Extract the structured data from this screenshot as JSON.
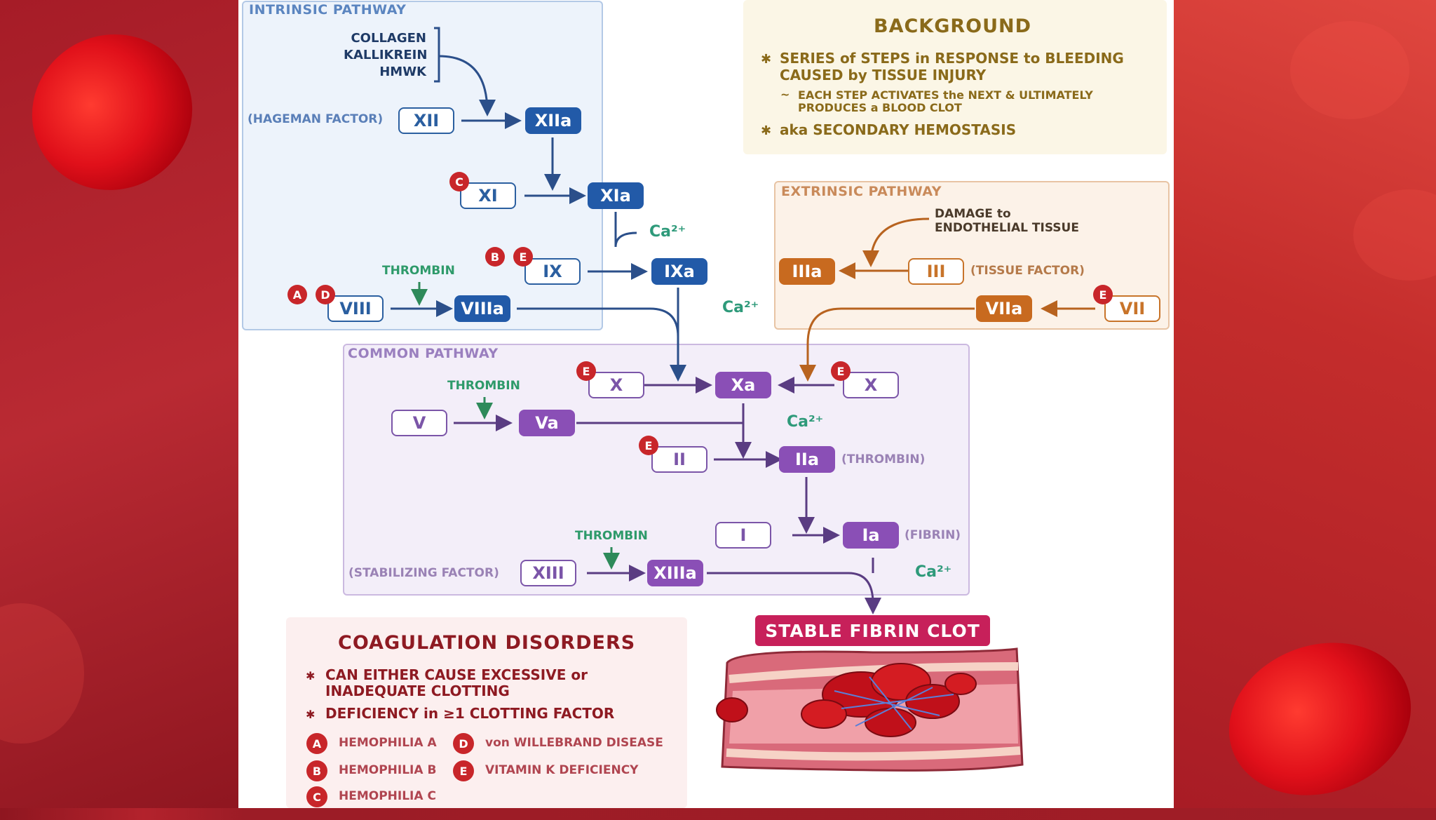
{
  "intrinsic": {
    "title": "INTRINSIC PATHWAY",
    "triggers": [
      "COLLAGEN",
      "KALLIKREIN",
      "HMWK"
    ],
    "hageman_label": "(HAGEMAN FACTOR)",
    "XII": "XII",
    "XIIa": "XIIa",
    "XI": "XI",
    "XIa": "XIa",
    "IX": "IX",
    "IXa": "IXa",
    "VIII": "VIII",
    "VIIIa": "VIIIa",
    "thrombin": "THROMBIN",
    "ca1": "Ca²⁺",
    "ca2": "Ca²⁺"
  },
  "extrinsic": {
    "title": "EXTRINSIC PATHWAY",
    "damage_line1": "DAMAGE to",
    "damage_line2": "ENDOTHELIAL TISSUE",
    "IIIa": "IIIa",
    "III": "III",
    "tissue_label": "(TISSUE FACTOR)",
    "VIIa": "VIIa",
    "VII": "VII"
  },
  "common": {
    "title": "COMMON PATHWAY",
    "X_left": "X",
    "Xa": "Xa",
    "X_right": "X",
    "thrombin1": "THROMBIN",
    "V": "V",
    "Va": "Va",
    "ca": "Ca²⁺",
    "II": "II",
    "IIa": "IIa",
    "thrombin_label": "(THROMBIN)",
    "I": "I",
    "Ia": "Ia",
    "fibrin_label": "(FIBRIN)",
    "thrombin2": "THROMBIN",
    "stab_label": "(STABILIZING FACTOR)",
    "XIII": "XIII",
    "XIIIa": "XIIIa",
    "ca2": "Ca²⁺"
  },
  "background": {
    "title": "BACKGROUND",
    "b1_line1": "SERIES of STEPS in RESPONSE to BLEEDING",
    "b1_line2": "CAUSED by TISSUE INJURY",
    "sub_line1": "EACH STEP ACTIVATES the NEXT & ULTIMATELY",
    "sub_line2": "PRODUCES a BLOOD CLOT",
    "b2": "aka SECONDARY HEMOSTASIS"
  },
  "disorders": {
    "title": "COAGULATION DISORDERS",
    "b1_line1": "CAN EITHER CAUSE EXCESSIVE or",
    "b1_line2": "INADEQUATE CLOTTING",
    "b2": "DEFICIENCY in ≥1 CLOTTING FACTOR",
    "legend": [
      {
        "key": "A",
        "text": "HEMOPHILIA A"
      },
      {
        "key": "B",
        "text": "HEMOPHILIA B"
      },
      {
        "key": "C",
        "text": "HEMOPHILIA C"
      },
      {
        "key": "D",
        "text": "von WILLEBRAND DISEASE"
      },
      {
        "key": "E",
        "text": "VITAMIN K DEFICIENCY"
      }
    ]
  },
  "clot": {
    "title": "STABLE FIBRIN CLOT"
  },
  "badges": {
    "A": "A",
    "B": "B",
    "C": "C",
    "D": "D",
    "E": "E"
  },
  "colors": {
    "intrinsic": "#225aa8",
    "extrinsic": "#c86a1f",
    "common": "#8a4fb6",
    "badge": "#c8262a",
    "calcium": "#2e9a7a"
  }
}
